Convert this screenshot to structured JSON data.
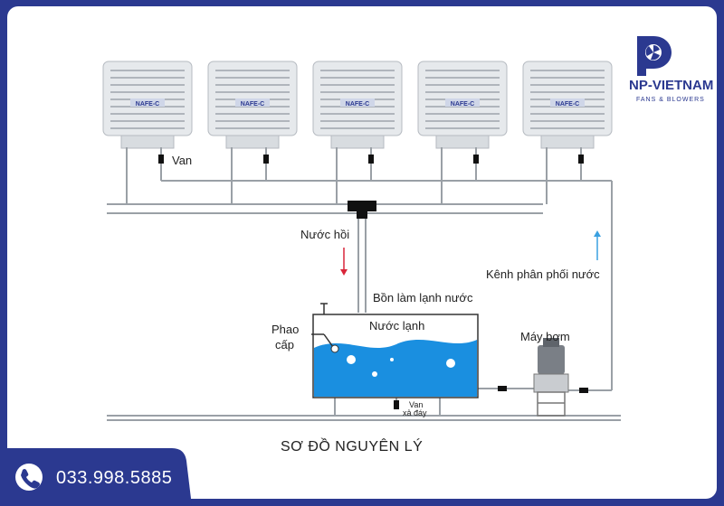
{
  "diagram": {
    "title": "SƠ ĐỒ NGUYÊN LÝ",
    "labels": {
      "van": "Van",
      "return_water": "Nước hồi",
      "distribution_channel": "Kênh phân phối nước",
      "cooling_tank": "Bồn làm lạnh nước",
      "float_valve_line1": "Phao",
      "float_valve_line2": "cấp",
      "cold_water": "Nước lạnh",
      "drain_valve_line1": "Van",
      "drain_valve_line2": "xả đáy",
      "pump": "Máy bơm"
    },
    "unit_badge": "NAFE-C",
    "unit_count": 5
  },
  "brand": {
    "name": "NP-VIETNAM",
    "tagline": "FANS & BLOWERS",
    "phone": "033.998.5885"
  },
  "colors": {
    "brand_blue": "#2b3990",
    "water_blue": "#1a8fe0",
    "pipe_gray": "#9aa0a6",
    "return_arrow": "#d9263a",
    "supply_arrow": "#3aa0e0"
  }
}
